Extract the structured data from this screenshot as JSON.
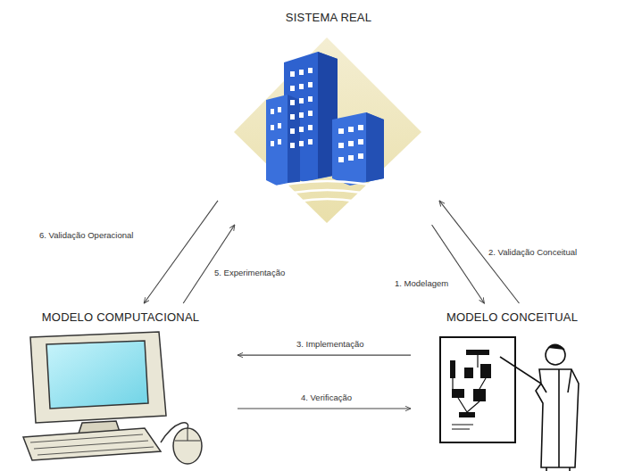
{
  "diagram": {
    "nodes": [
      {
        "text": [
          "SISTEMA REAL"
        ]
      },
      {
        "text": [
          "MODELO COMPUTACIONAL"
        ]
      },
      {
        "text": [
          "MODELO CONCEITUAL"
        ]
      }
    ],
    "edges": [
      {
        "from": 0,
        "to": 2,
        "label": "1. Modelagem",
        "arrow": "to"
      },
      {
        "from": 2,
        "to": 0,
        "label": "2. Validação Conceitual",
        "arrow": "to"
      },
      {
        "from": 2,
        "to": 1,
        "label": "3. Implementação",
        "arrow": "to"
      },
      {
        "from": 1,
        "to": 2,
        "label": "4. Verificação",
        "arrow": "to"
      },
      {
        "from": 1,
        "to": 0,
        "label": "5. Experimentação",
        "arrow": "to"
      },
      {
        "from": 0,
        "to": 1,
        "label": "6. Validação Operacional",
        "arrow": "to"
      }
    ]
  }
}
